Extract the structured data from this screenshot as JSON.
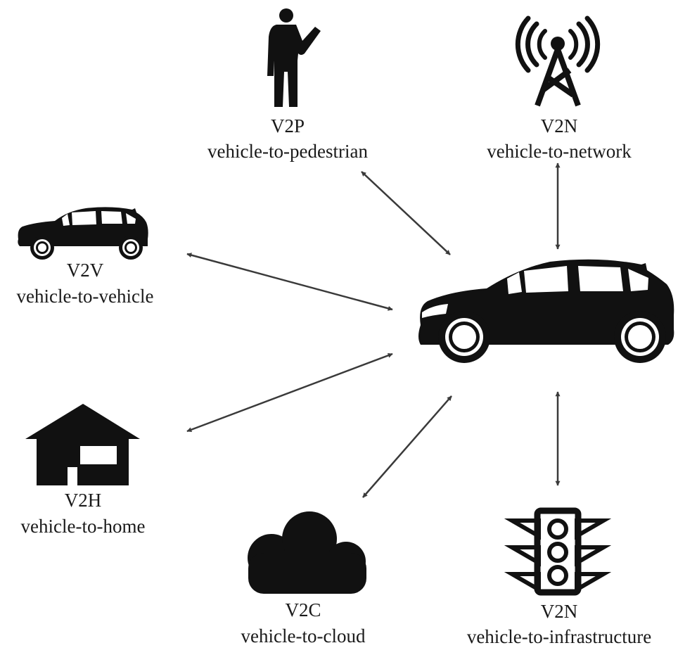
{
  "diagram": {
    "hub": {
      "icon": "car-icon"
    },
    "nodes": [
      {
        "key": "pedestrian",
        "code": "V2P",
        "desc": "vehicle-to-pedestrian",
        "icon": "person-icon"
      },
      {
        "key": "network",
        "code": "V2N",
        "desc": "vehicle-to-network",
        "icon": "cell-tower-icon"
      },
      {
        "key": "vehicle",
        "code": "V2V",
        "desc": "vehicle-to-vehicle",
        "icon": "car-icon"
      },
      {
        "key": "home",
        "code": "V2H",
        "desc": "vehicle-to-home",
        "icon": "house-icon"
      },
      {
        "key": "cloud",
        "code": "V2C",
        "desc": "vehicle-to-cloud",
        "icon": "cloud-icon"
      },
      {
        "key": "infrastructure",
        "code": "V2N",
        "desc": "vehicle-to-infrastructure",
        "icon": "traffic-light-icon"
      }
    ],
    "connector_style": "double-headed arrow"
  }
}
